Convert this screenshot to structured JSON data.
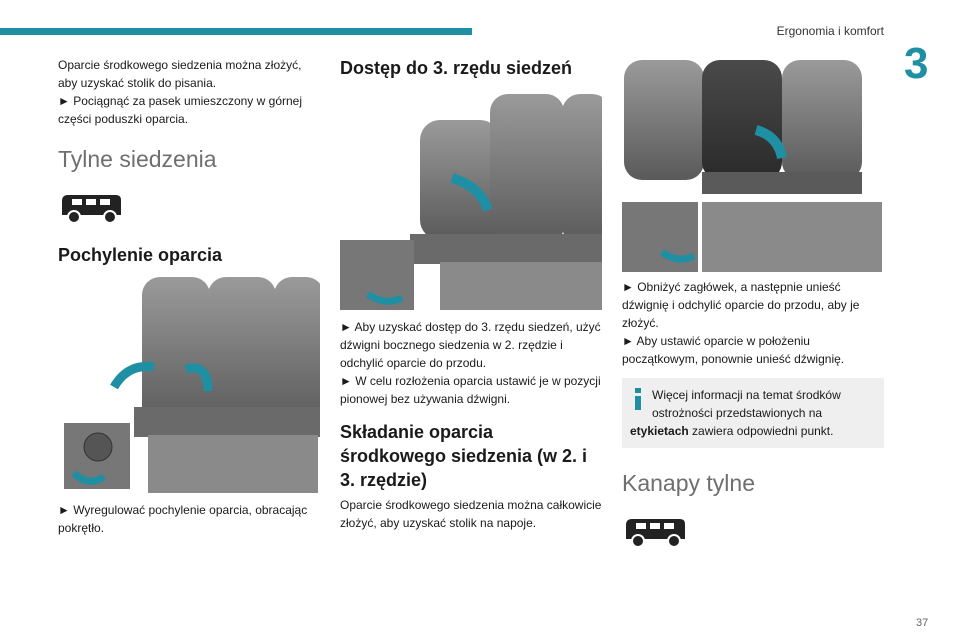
{
  "header": {
    "section_title": "Ergonomia i komfort",
    "chapter_number": "3",
    "page_number": "37"
  },
  "col1": {
    "intro_p1": "Oparcie środkowego siedzenia można złożyć, aby uzyskać stolik do pisania.",
    "intro_p2": "► Pociągnąć za pasek umieszczony w górnej części poduszki oparcia.",
    "heading_rear": "Tylne siedzenia",
    "heading_recline": "Pochylenie oparcia",
    "recline_text": "► Wyregulować pochylenie oparcia, obracając pokrętło."
  },
  "col2": {
    "heading_access": "Dostęp do 3. rzędu siedzeń",
    "access_p1": "► Aby uzyskać dostęp do 3. rzędu siedzeń, użyć dźwigni bocznego siedzenia w 2. rzędzie i odchylić oparcie do przodu.",
    "access_p2": "► W celu rozłożenia oparcia ustawić je w pozycji pionowej bez używania dźwigni.",
    "heading_fold": "Składanie oparcia środkowego siedzenia (w 2. i 3. rzędzie)",
    "fold_text": "Oparcie środkowego siedzenia można całkowicie złożyć, aby uzyskać stolik na napoje."
  },
  "col3": {
    "step_p1": "► Obniżyć zagłówek, a następnie unieść dźwignię i odchylić oparcie do przodu, aby je złożyć.",
    "step_p2": "► Aby ustawić oparcie w położeniu początkowym, ponownie unieść dźwignię.",
    "info_text": "Więcej informacji na temat środków ostrożności przedstawionych na",
    "info_bold": "etykietach",
    "info_tail": " zawiera odpowiedni punkt.",
    "heading_benches": "Kanapy tylne"
  },
  "colors": {
    "accent": "#1f8fa3",
    "heading_grey": "#6f6f6f",
    "info_bg": "#efefef"
  },
  "icons": [
    "van-icon",
    "info-icon",
    "rotate-arrow-icon"
  ]
}
